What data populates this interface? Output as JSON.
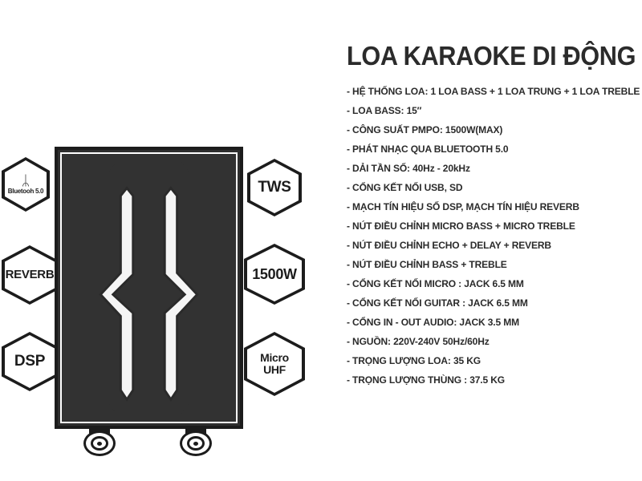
{
  "product": {
    "title": "LOA KARAOKE DI ĐỘNG",
    "specs": [
      "- HỆ THỐNG LOA: 1 LOA BASS + 1 LOA TRUNG + 1 LOA TREBLE",
      "- LOA BASS: 15″",
      "- CÔNG SUẤT PMPO: 1500W(MAX)",
      "- PHÁT NHẠC QUA BLUETOOTH 5.0",
      "- DẢI TẦN SỐ: 40Hz - 20kHz",
      "- CỔNG KẾT NỐI USB, SD",
      "- MẠCH TÍN HIỆU SỐ DSP, MẠCH TÍN HIỆU REVERB",
      "- NÚT ĐIỀU CHỈNH MICRO BASS + MICRO TREBLE",
      "- NÚT ĐIỀU CHỈNH  ECHO + DELAY + REVERB",
      "- NÚT ĐIỀU CHỈNH  BASS +  TREBLE",
      "- CỔNG KẾT NỐI MICRO : JACK 6.5 MM",
      "- CỔNG KẾT NỐI GUITAR : JACK 6.5 MM",
      "- CỔNG IN - OUT AUDIO: JACK 3.5 MM",
      "- NGUỒN: 220V-240V 50Hz/60Hz",
      "- TRỌNG LƯỢNG LOA: 35    KG",
      "- TRỌNG LƯỢNG THÙNG : 37.5 KG"
    ]
  },
  "badges": {
    "bluetooth": {
      "glyph": "ᛦ",
      "label": "Bluetooh 5.0"
    },
    "reverb": {
      "label": "REVERB"
    },
    "dsp": {
      "label": "DSP"
    },
    "tws": {
      "label": "TWS"
    },
    "power": {
      "label": "1500W"
    },
    "micro_uhf": {
      "label_line1": "Micro",
      "label_line2": "UHF"
    }
  },
  "colors": {
    "ink": "#2b2b2b",
    "cabinet_dark": "#323232",
    "cabinet_border": "#1c1c1c",
    "grille_light": "#f2f2f2",
    "background": "#ffffff"
  }
}
